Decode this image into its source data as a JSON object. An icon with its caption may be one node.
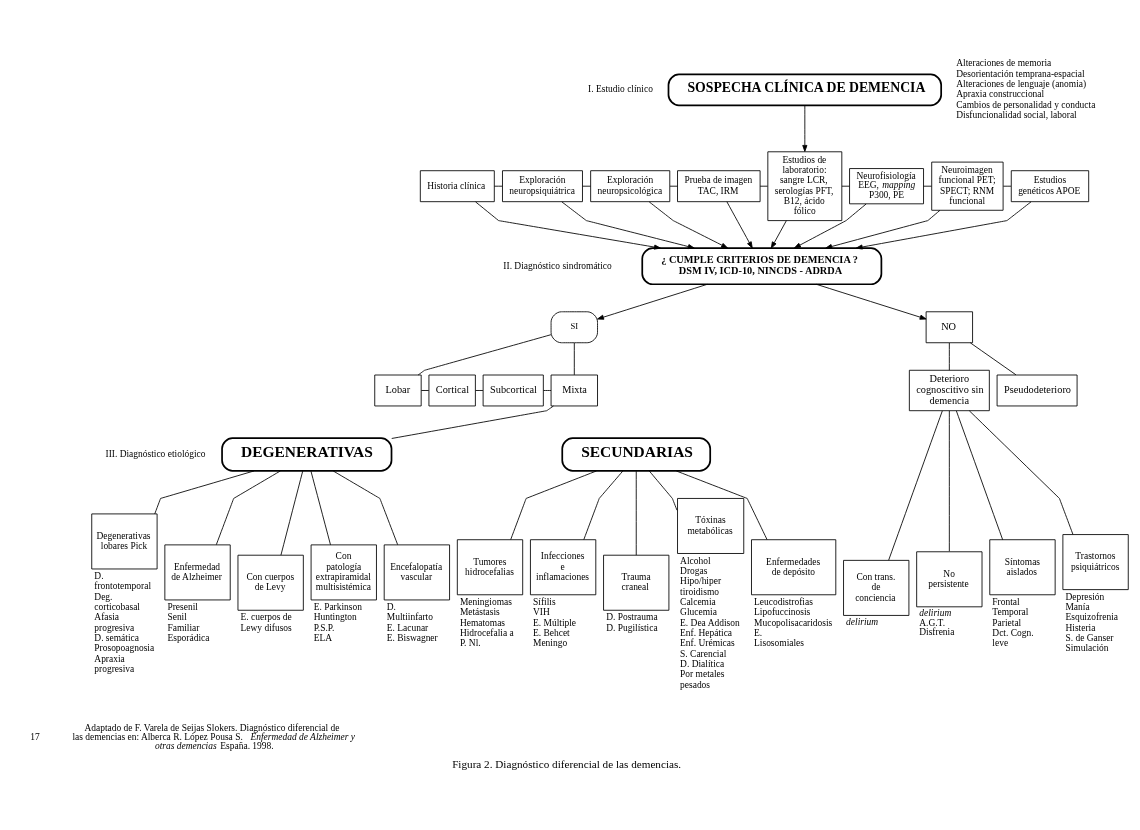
{
  "diagram": {
    "caption": "Figura 2. Diagnóstico diferencial de las demencias.",
    "nodes": [
      {
        "text": [
          "SOSPECHA CLÍNICA DE DEMENCIA"
        ]
      },
      {
        "text": [
          "Historia clínica"
        ]
      },
      {
        "text": [
          "Exploración neuropsiquiátrica"
        ]
      },
      {
        "text": [
          "Exploración neuropsicológica"
        ]
      },
      {
        "text": [
          "Prueba de imagen TAC, IRM"
        ]
      },
      {
        "text": [
          "Estudios de laboratorio: sangre LCR, serologías PFT, B12, ácido fólico"
        ]
      },
      {
        "text": [
          "Neurofisiología EEG, *mapping* P300, PE"
        ]
      },
      {
        "text": [
          "Neuroimagen funcional PET; SPECT; RNM funcional"
        ]
      },
      {
        "text": [
          "Estudios genéticos APOE"
        ]
      },
      {
        "text": [
          "¿ CUMPLE CRITERIOS DE DEMENCIA ?",
          "DSM IV, ICD-10, NINCDS - ADRDA"
        ]
      },
      {
        "text": [
          "SI"
        ]
      },
      {
        "text": [
          "NO"
        ]
      },
      {
        "text": [
          "Lobar"
        ]
      },
      {
        "text": [
          "Cortical"
        ]
      },
      {
        "text": [
          "Subcortical"
        ]
      },
      {
        "text": [
          "Mixta"
        ]
      },
      {
        "text": [
          "Deterioro cognoscitivo sin demencia"
        ]
      },
      {
        "text": [
          "Pseudodeterioro"
        ]
      },
      {
        "text": [
          "DEGENERATIVAS"
        ]
      },
      {
        "text": [
          "SECUNDARIAS"
        ]
      },
      {
        "text": [
          "Degenerativas lobares Pick"
        ],
        "beside": [
          "D. frontotemporal",
          "Deg. corticobasal",
          "Afasia progresiva",
          "D. semática",
          "Prosopoagnosia",
          "Apraxia progresiva"
        ]
      },
      {
        "text": [
          "Enfermedad de Alzheimer"
        ],
        "beside": [
          "Presenil",
          "Senil",
          "Familiar",
          "Esporádica"
        ]
      },
      {
        "text": [
          "Con cuerpos de Levy"
        ],
        "beside": [
          "E. cuerpos de Lewy difusos"
        ]
      },
      {
        "text": [
          "Con patología extrapiramidal multisistémica"
        ],
        "beside": [
          "E. Parkinson",
          "Huntington",
          "P.S.P.",
          "ELA"
        ]
      },
      {
        "text": [
          "Encefalopatía vascular"
        ],
        "beside": [
          "D. Multiinfarto",
          "E. Lacunar",
          "E. Biswagner"
        ]
      },
      {
        "text": [
          "Tumores hidrocefalias"
        ],
        "beside": [
          "Meningiomas",
          "Metástasis",
          "Hematomas",
          "Hidrocefalia a P. Nl."
        ]
      },
      {
        "text": [
          "Infecciones e inflamaciones"
        ],
        "beside": [
          "Sífilis",
          "VIH",
          "E. Múltiple",
          "E. Behcet",
          "Meningo"
        ]
      },
      {
        "text": [
          "Trauma craneal"
        ],
        "beside": [
          "D. Postrauma",
          "D. Pugilística"
        ]
      },
      {
        "text": [
          "Tóxinas metabólicas"
        ],
        "beside": [
          "Alcohol",
          "Drogas",
          "Hipo/hiper tiroidismo",
          "Calcemia",
          "Glucemia",
          "E. Dea Addison",
          "Enf. Hepática",
          "Enf. Urémicas",
          "S. Carencial",
          "D. Dialítica",
          "Por metales pesados"
        ]
      },
      {
        "text": [
          "Enfermedades de depósito"
        ],
        "beside": [
          "Leucodistrofias",
          "Lipofuccinosis",
          "Mucopolisacaridosis",
          "E. Lisosomiales"
        ]
      },
      {
        "text": [
          "Con trans. de conciencia"
        ],
        "beside": [
          "*delirium*"
        ]
      },
      {
        "text": [
          "No persistente"
        ],
        "beside": [
          "*delirium*",
          "A.G.T.",
          "Disfrenia"
        ]
      },
      {
        "text": [
          "Síntomas aislados"
        ],
        "beside": [
          "Frontal",
          "Temporal",
          "Parietal",
          "Dct. Cogn. leve"
        ]
      },
      {
        "text": [
          "Trastornos psiquiátricos"
        ],
        "beside": [
          "Depresión",
          "Manía",
          "Esquizofrenia",
          "Histeria",
          "S. de Ganser",
          "Simulación"
        ]
      }
    ],
    "edges": [
      {
        "from": 0,
        "to": 5,
        "arrow": "to"
      },
      {
        "from": 1,
        "to": 2,
        "arrow": "none"
      },
      {
        "from": 2,
        "to": 3,
        "arrow": "none"
      },
      {
        "from": 3,
        "to": 4,
        "arrow": "none"
      },
      {
        "from": 4,
        "to": 5,
        "arrow": "none"
      },
      {
        "from": 5,
        "to": 6,
        "arrow": "none"
      },
      {
        "from": 6,
        "to": 7,
        "arrow": "none"
      },
      {
        "from": 7,
        "to": 8,
        "arrow": "none"
      },
      {
        "from": 1,
        "to": 9,
        "arrow": "to"
      },
      {
        "from": 2,
        "to": 9,
        "arrow": "to"
      },
      {
        "from": 3,
        "to": 9,
        "arrow": "to"
      },
      {
        "from": 4,
        "to": 9,
        "arrow": "to"
      },
      {
        "from": 5,
        "to": 9,
        "arrow": "to"
      },
      {
        "from": 6,
        "to": 9,
        "arrow": "to"
      },
      {
        "from": 7,
        "to": 9,
        "arrow": "to"
      },
      {
        "from": 8,
        "to": 9,
        "arrow": "to"
      },
      {
        "from": 9,
        "to": 10,
        "arrow": "to"
      },
      {
        "from": 9,
        "to": 11,
        "arrow": "to"
      },
      {
        "from": 10,
        "to": 12,
        "arrow": "none"
      },
      {
        "from": 10,
        "to": 15,
        "arrow": "none"
      },
      {
        "from": 12,
        "to": 13,
        "arrow": "none"
      },
      {
        "from": 13,
        "to": 14,
        "arrow": "none"
      },
      {
        "from": 14,
        "to": 15,
        "arrow": "none"
      },
      {
        "from": 11,
        "to": 16,
        "arrow": "none"
      },
      {
        "from": 11,
        "to": 17,
        "arrow": "none"
      },
      {
        "from": 15,
        "to": 18,
        "arrow": "none"
      },
      {
        "from": 18,
        "to": 20,
        "arrow": "none"
      },
      {
        "from": 18,
        "to": 21,
        "arrow": "none"
      },
      {
        "from": 18,
        "to": 22,
        "arrow": "none"
      },
      {
        "from": 18,
        "to": 23,
        "arrow": "none"
      },
      {
        "from": 18,
        "to": 24,
        "arrow": "none"
      },
      {
        "from": 19,
        "to": 25,
        "arrow": "none"
      },
      {
        "from": 19,
        "to": 26,
        "arrow": "none"
      },
      {
        "from": 19,
        "to": 27,
        "arrow": "none"
      },
      {
        "from": 19,
        "to": 28,
        "arrow": "none"
      },
      {
        "from": 19,
        "to": 29,
        "arrow": "none"
      },
      {
        "from": 16,
        "to": 30,
        "arrow": "none"
      },
      {
        "from": 16,
        "to": 31,
        "arrow": "none"
      },
      {
        "from": 16,
        "to": 32,
        "arrow": "none"
      },
      {
        "from": 16,
        "to": 33,
        "arrow": "none"
      }
    ],
    "labels": [
      "I. Estudio clínico",
      "Alteraciones de memoria",
      "Desorientación temprana-espacial",
      "Alteraciones de lenguaje (anomia)",
      "Apraxia construccional",
      "Cambios de personalidad y conducta",
      "Disfuncionalidad social, laboral",
      "II. Diagnóstico sindromático",
      "III. Diagnóstico etiológico",
      "Adaptado de F. Varela de Seijas Slokers. Diagnóstico diferencial de las demencias en: Alberca R. López Pousa S. *Enfermedad de Alzheimer y otras demencias* España. 1998.",
      "17"
    ]
  }
}
